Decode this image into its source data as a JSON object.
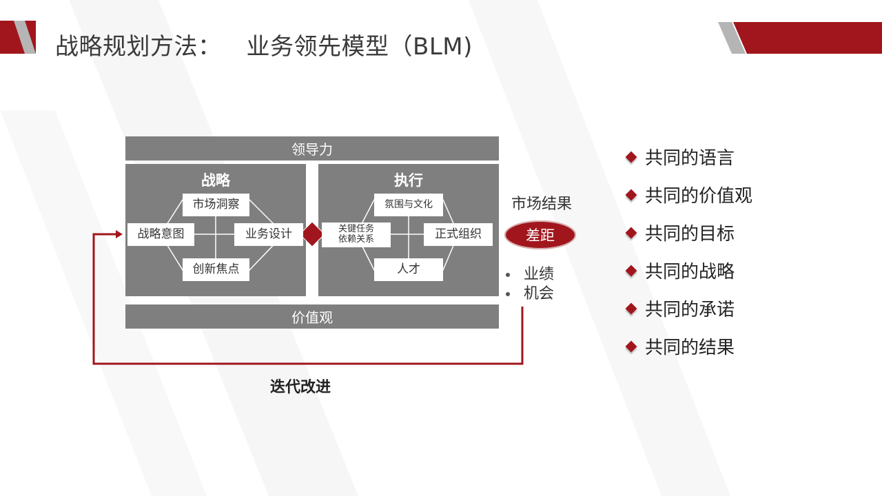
{
  "title": {
    "main": "战略规划方法：",
    "sub": "业务领先模型（BLM)"
  },
  "model": {
    "leadership": "领导力",
    "values": "价值观",
    "strategy": {
      "title": "战略",
      "market_insight": "市场洞察",
      "strategic_intent": "战略意图",
      "business_design": "业务设计",
      "innovation_focus": "创新焦点"
    },
    "execution": {
      "title": "执行",
      "climate_culture": "氛围与文化",
      "key_tasks_line1": "关键任务",
      "key_tasks_line2": "依赖关系",
      "formal_org": "正式组织",
      "talent": "人才"
    }
  },
  "market_result": {
    "label": "市场结果",
    "gap": "差距",
    "bullets": [
      "业绩",
      "机会"
    ]
  },
  "iteration": "迭代改进",
  "right_list": [
    "共同的语言",
    "共同的价值观",
    "共同的目标",
    "共同的战略",
    "共同的承诺",
    "共同的结果"
  ],
  "colors": {
    "accent": "#a1161d",
    "panel_gray": "#7f7f7f"
  }
}
